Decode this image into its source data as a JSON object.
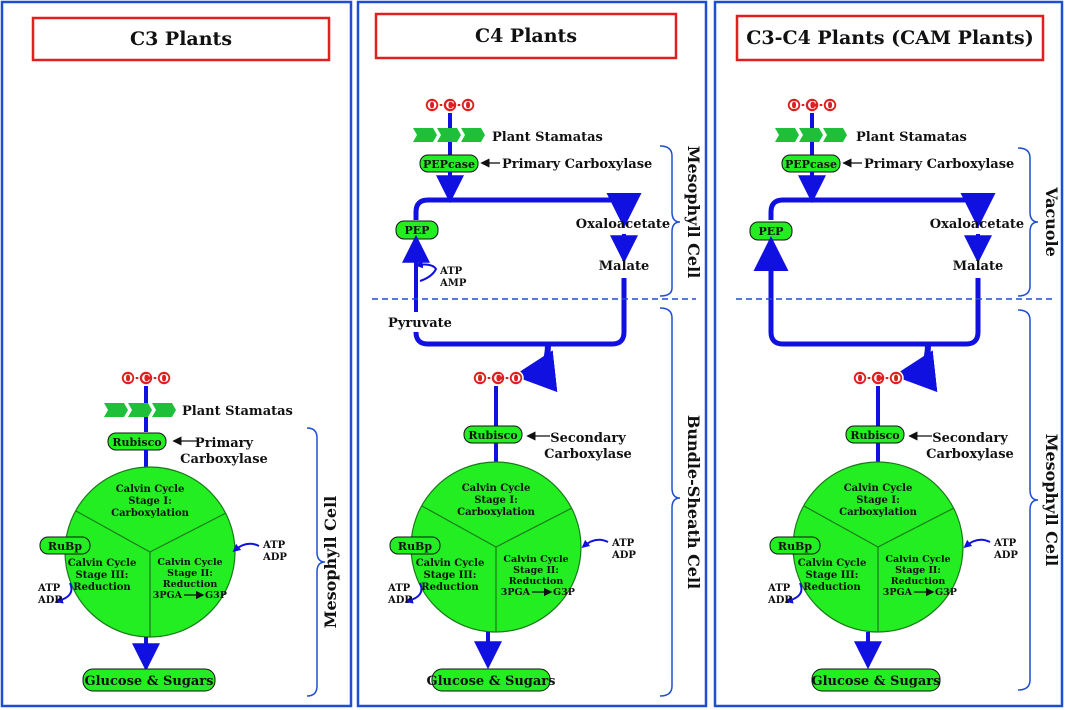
{
  "panels": [
    {
      "title": "C3 Plants",
      "co2_atoms": [
        "O",
        "C",
        "O"
      ],
      "stomata_label": "Plant Stamatas",
      "enzyme": "Rubisco",
      "carboxylase": [
        "Primary",
        "Carboxylase"
      ],
      "cycle": {
        "stage1": [
          "Calvin Cycle",
          "Stage I:",
          "Carboxylation"
        ],
        "stage2": [
          "Calvin Cycle",
          "Stage II:",
          "Reduction"
        ],
        "stage2_reaction": [
          "3PGA",
          "G3P"
        ],
        "stage3": [
          "Calvin Cycle",
          "Stage III:",
          "Reduction"
        ]
      },
      "rubp": "RuBp",
      "energy_right": [
        "ATP",
        "ADP"
      ],
      "energy_left": [
        "ATP",
        "ADP"
      ],
      "product": "Glucose & Sugars",
      "side_label": "Mesophyll Cell"
    },
    {
      "title": "C4 Plants",
      "co2_atoms": [
        "O",
        "C",
        "O"
      ],
      "stomata_label": "Plant Stamatas",
      "pepcase": "PEPcase",
      "pepcase_role": "Primary Carboxylase",
      "pep": "PEP",
      "oxaloacetate": "Oxaloacetate",
      "malate": "Malate",
      "pyruvate": "Pyruvate",
      "pep_energy": [
        "ATP",
        "AMP"
      ],
      "co2_atoms_inner": [
        "O",
        "C",
        "O"
      ],
      "enzyme": "Rubisco",
      "carboxylase": [
        "Secondary",
        "Carboxylase"
      ],
      "cycle": {
        "stage1": [
          "Calvin Cycle",
          "Stage I:",
          "Carboxylation"
        ],
        "stage2": [
          "Calvin Cycle",
          "Stage II:",
          "Reduction"
        ],
        "stage2_reaction": [
          "3PGA",
          "G3P"
        ],
        "stage3": [
          "Calvin Cycle",
          "Stage III:",
          "Reduction"
        ]
      },
      "rubp": "RuBp",
      "energy_right": [
        "ATP",
        "ADP"
      ],
      "energy_left": [
        "ATP",
        "ADP"
      ],
      "product": "Glucose & Sugars",
      "side_label_top": "Mesophyll Cell",
      "side_label_bottom": "Bundle-Sheath Cell"
    },
    {
      "title": "C3-C4 Plants (CAM Plants)",
      "co2_atoms": [
        "O",
        "C",
        "O"
      ],
      "stomata_label": "Plant Stamatas",
      "pepcase": "PEPcase",
      "pepcase_role": "Primary Carboxylase",
      "pep": "PEP",
      "oxaloacetate": "Oxaloacetate",
      "malate": "Malate",
      "co2_atoms_inner": [
        "O",
        "C",
        "O"
      ],
      "enzyme": "Rubisco",
      "carboxylase": [
        "Secondary",
        "Carboxylase"
      ],
      "cycle": {
        "stage1": [
          "Calvin Cycle",
          "Stage I:",
          "Carboxylation"
        ],
        "stage2": [
          "Calvin Cycle",
          "Stage II:",
          "Reduction"
        ],
        "stage2_reaction": [
          "3PGA",
          "G3P"
        ],
        "stage3": [
          "Calvin Cycle",
          "Stage III:",
          "Reduction"
        ]
      },
      "rubp": "RuBp",
      "energy_right": [
        "ATP",
        "ADP"
      ],
      "energy_left": [
        "ATP",
        "ADP"
      ],
      "product": "Glucose & Sugars",
      "side_label_top": "Vacuole",
      "side_label_bottom": "Mesophyll Cell"
    }
  ],
  "colors": {
    "panel_border": "#1f4fd1",
    "title_border": "#e02020",
    "arrow": "#1010e0",
    "green_fill": "#22ee22",
    "green_dark": "#1a7a1a",
    "stomata": "#1fbf3a",
    "atom_fill": "#e02020",
    "brace": "#1f4fd1"
  }
}
